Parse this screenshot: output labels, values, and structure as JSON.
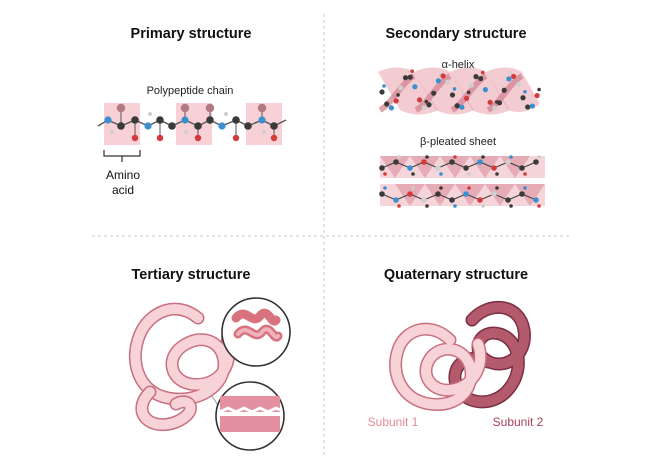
{
  "panels": {
    "primary": {
      "title": "Primary structure",
      "chain_label": "Polypeptide chain",
      "unit_label_line1": "Amino",
      "unit_label_line2": "acid"
    },
    "secondary": {
      "title": "Secondary structure",
      "helix_label": "α-helix",
      "sheet_label": "β-pleated sheet"
    },
    "tertiary": {
      "title": "Tertiary structure"
    },
    "quaternary": {
      "title": "Quaternary structure",
      "subunit1_label": "Subunit 1",
      "subunit2_label": "Subunit 2"
    }
  },
  "colors": {
    "light_pink": "#f6c9cf",
    "pink_fill": "#eaa2ad",
    "pink_stroke": "#c9707e",
    "mauve": "#b35a6c",
    "mauve_dark": "#7a2f43",
    "subunit1_text": "#e08a96",
    "subunit2_text": "#a84158",
    "atom_dark": "#3a3a3a",
    "atom_blue": "#3a8fd0",
    "atom_red": "#d33b3b",
    "atom_gray": "#cfcfcf"
  },
  "icons": [
    "amino-acid-bracket-icon",
    "magnifier-circle-icon"
  ]
}
